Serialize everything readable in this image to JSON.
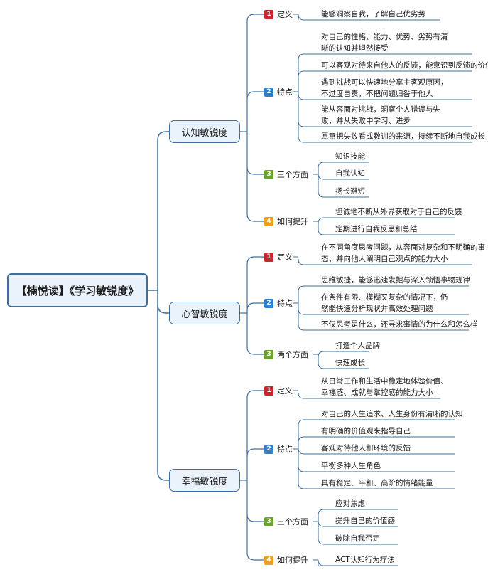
{
  "root": {
    "title": "【楠悦读】《学习敏锐度》"
  },
  "colors": {
    "line": "#3f6f9e",
    "node_fill": "#eaf2fb",
    "badge_1": "#c8272d",
    "badge_2": "#2f7fcf",
    "badge_3": "#6aa329",
    "badge_4": "#f0a020"
  },
  "branches": [
    {
      "title": "认知敏锐度",
      "sections": [
        {
          "num": "1",
          "label": "定义",
          "items": [
            [
              "能够洞察自我，了解自己优劣势"
            ]
          ]
        },
        {
          "num": "2",
          "label": "特点",
          "items": [
            [
              "对自己的性格、能力、优势、劣势有清",
              "晰的认知并坦然接受"
            ],
            [
              "可以客观对待来自他人的反馈，能意识到反馈的价值"
            ],
            [
              "遇到挑战可以快速地分享主客观原因，",
              "不过度自责，不把问题归咎于他人"
            ],
            [
              "能从容面对挑战，洞察个人错误与失",
              "败，并从失败中学习、进步"
            ],
            [
              "愿意把失败看成教训的来源，持续不断地自我成长"
            ]
          ]
        },
        {
          "num": "3",
          "label": "三个方面",
          "items": [
            [
              "知识技能"
            ],
            [
              "自我认知"
            ],
            [
              "扬长避短"
            ]
          ]
        },
        {
          "num": "4",
          "label": "如何提升",
          "items": [
            [
              "坦诚地不断从外界获取对于自己的反馈"
            ],
            [
              "定期进行自我反思和总结"
            ]
          ]
        }
      ]
    },
    {
      "title": "心智敏锐度",
      "sections": [
        {
          "num": "1",
          "label": "定义",
          "items": [
            [
              "在不同角度思考问题，从容面对复杂和不明确的事",
              "态，并向他人阐明自己观点的能力大小"
            ]
          ]
        },
        {
          "num": "2",
          "label": "特点",
          "items": [
            [
              "思维敏捷，能够迅速发掘与深入领悟事物规律"
            ],
            [
              "在条件有限、模糊又复杂的情况下，仍",
              "然能快速分析现状并高效处理问题"
            ],
            [
              "不仅思考是什么，还寻求事情的为什么和怎么样"
            ]
          ]
        },
        {
          "num": "3",
          "label": "两个方面",
          "items": [
            [
              "打造个人品牌"
            ],
            [
              "快速成长"
            ]
          ]
        }
      ]
    },
    {
      "title": "幸福敏锐度",
      "sections": [
        {
          "num": "1",
          "label": "定义",
          "items": [
            [
              "从日常工作和生活中稳定地体验价值、",
              "幸福感、成就与掌控感的能力大小"
            ]
          ]
        },
        {
          "num": "2",
          "label": "特点",
          "items": [
            [
              "对自己的人生追求、人生身份有清晰的认知"
            ],
            [
              "有明确的价值观来指导自己"
            ],
            [
              "客观对待他人和环境的反馈"
            ],
            [
              "平衡多种人生角色"
            ],
            [
              "具有稳定、平和、高阶的情绪能量"
            ]
          ]
        },
        {
          "num": "3",
          "label": "三个方面",
          "items": [
            [
              "应对焦虑"
            ],
            [
              "提升自己的价值感"
            ],
            [
              "破除自我否定"
            ]
          ]
        },
        {
          "num": "4",
          "label": "如何提升",
          "items": [
            [
              "ACT认知行为疗法"
            ]
          ]
        }
      ]
    }
  ]
}
